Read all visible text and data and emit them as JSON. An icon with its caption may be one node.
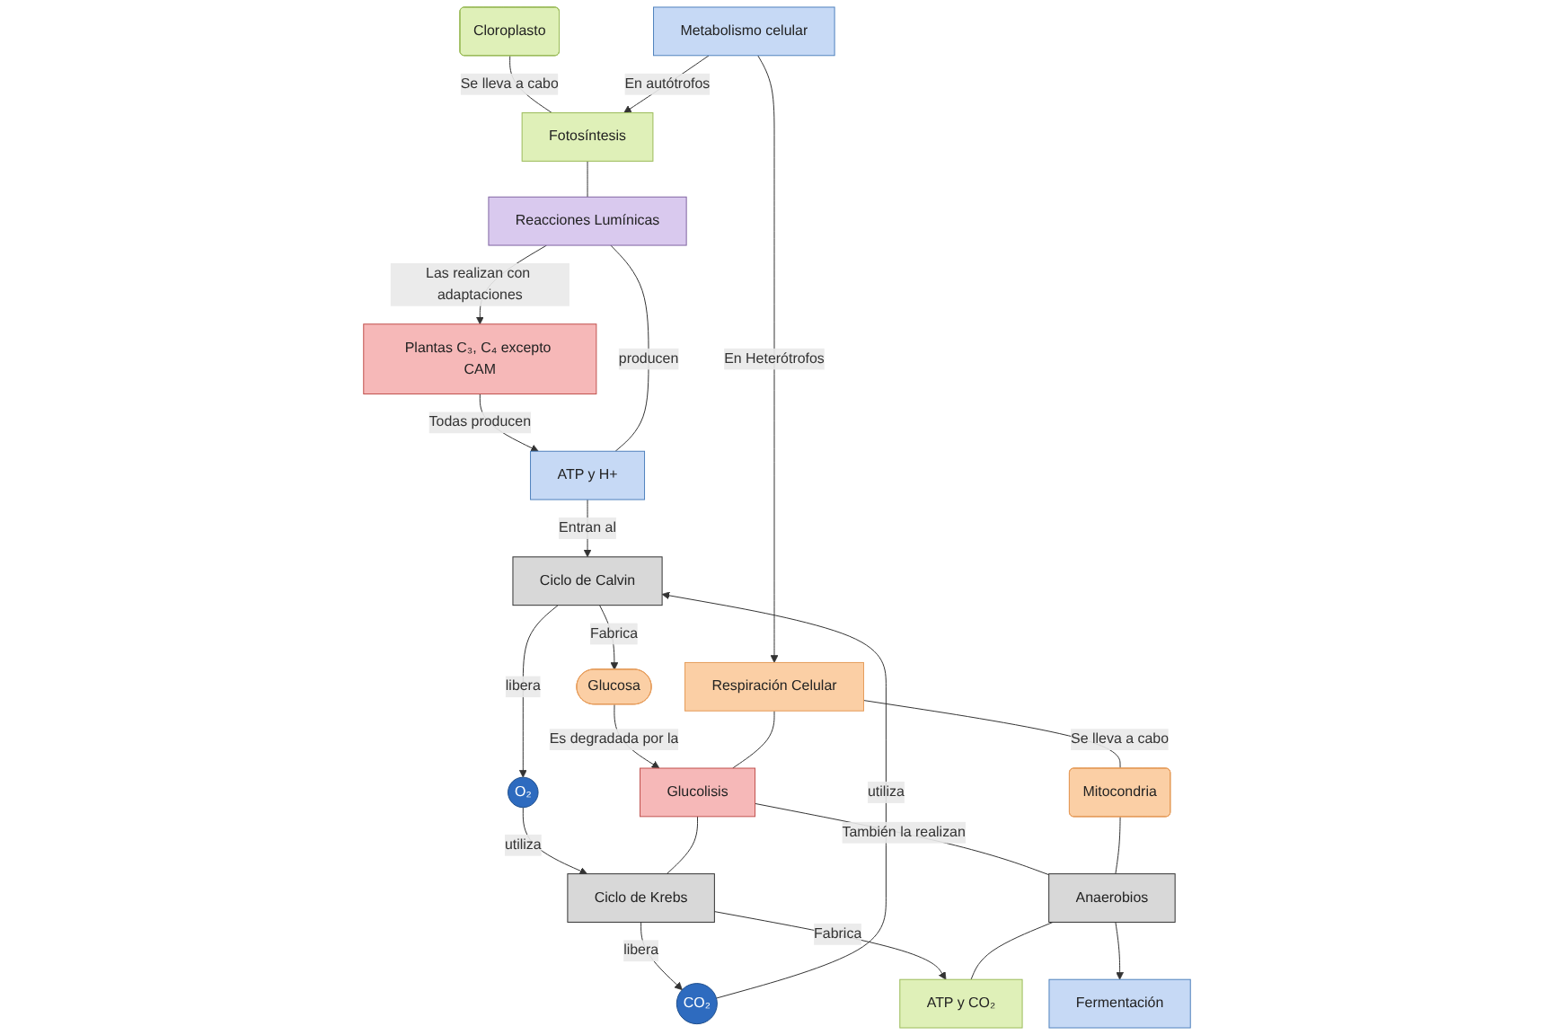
{
  "diagram": {
    "nodes": [
      {
        "text": [
          "Cloroplasto"
        ]
      },
      {
        "text": [
          "Fotosíntesis"
        ]
      },
      {
        "text": [
          "Reacciones Lumínicas"
        ]
      },
      {
        "text": [
          "Plantas C₃, C₄ excepto CAM"
        ]
      },
      {
        "text": [
          "ATP y H+"
        ]
      },
      {
        "text": [
          "Metabolismo celular"
        ]
      },
      {
        "text": [
          "Glucosa"
        ]
      },
      {
        "text": [
          "Ciclo de Calvin"
        ]
      },
      {
        "text": [
          "O₂"
        ]
      },
      {
        "text": [
          "Respiración Celular"
        ]
      },
      {
        "text": [
          "Glucolisis"
        ]
      },
      {
        "text": [
          "Ciclo de Krebs"
        ]
      },
      {
        "text": [
          "CO₂"
        ]
      },
      {
        "text": [
          "Mitocondria"
        ]
      },
      {
        "text": [
          "Anaerobios"
        ]
      },
      {
        "text": [
          "ATP y CO₂"
        ]
      },
      {
        "text": [
          "Fermentación"
        ]
      }
    ],
    "edges": [
      {
        "from": 0,
        "to": 1,
        "arrow": "none",
        "label": "Se lleva a cabo"
      },
      {
        "from": 5,
        "to": 1,
        "arrow": "to",
        "label": "En autótrofos"
      },
      {
        "from": 1,
        "to": 2,
        "arrow": "none"
      },
      {
        "from": 2,
        "to": 3,
        "arrow": "to",
        "label": "Las realizan con adaptaciones"
      },
      {
        "from": 3,
        "to": 4,
        "arrow": "to",
        "label": "Todas producen"
      },
      {
        "from": 2,
        "to": 4,
        "arrow": "none",
        "label": "producen"
      },
      {
        "from": 4,
        "to": 7,
        "arrow": "to",
        "label": "Entran al"
      },
      {
        "from": 7,
        "to": 6,
        "arrow": "to",
        "label": "Fabrica"
      },
      {
        "from": 7,
        "to": 8,
        "arrow": "to",
        "label": "libera"
      },
      {
        "from": 12,
        "to": 7,
        "arrow": "to",
        "label": "utiliza"
      },
      {
        "from": 8,
        "to": 11,
        "arrow": "to",
        "label": "utiliza"
      },
      {
        "from": 5,
        "to": 9,
        "arrow": "to",
        "label": "En Heterótrofos"
      },
      {
        "from": 6,
        "to": 10,
        "arrow": "to",
        "label": "Es degradada por la"
      },
      {
        "from": 9,
        "to": 10,
        "arrow": "none"
      },
      {
        "from": 10,
        "to": 11,
        "arrow": "none"
      },
      {
        "from": 11,
        "to": 12,
        "arrow": "to",
        "label": "libera"
      },
      {
        "from": 9,
        "to": 13,
        "arrow": "none",
        "label": "Se lleva a cabo"
      },
      {
        "from": 10,
        "to": 14,
        "arrow": "none",
        "label": "También la realizan"
      },
      {
        "from": 11,
        "to": 15,
        "arrow": "to",
        "label": "Fabrica"
      },
      {
        "from": 13,
        "to": 14,
        "arrow": "none"
      },
      {
        "from": 14,
        "to": 15,
        "arrow": "none"
      },
      {
        "from": 14,
        "to": 16,
        "arrow": "to"
      }
    ]
  }
}
